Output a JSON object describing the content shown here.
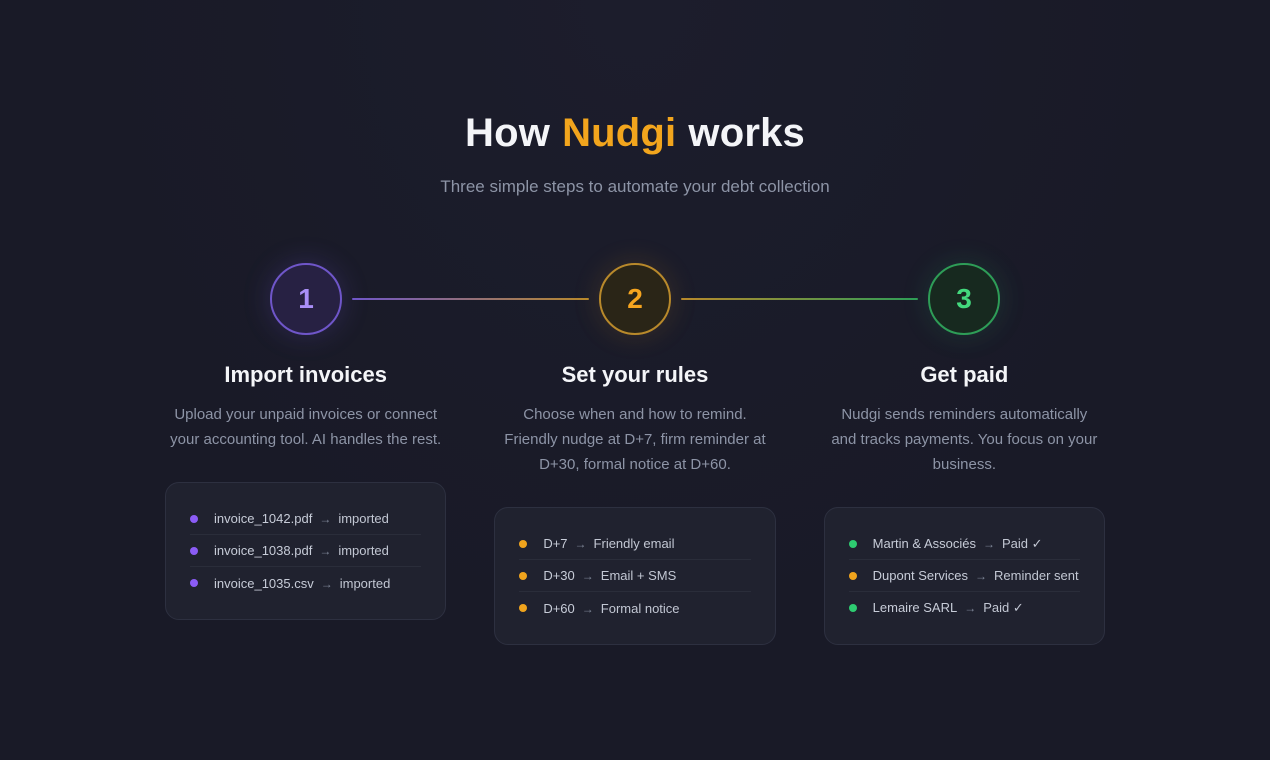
{
  "colors": {
    "page_bg": "#191a27",
    "brand": "#f2a51d",
    "card_bg": "#20222f",
    "step1_accent": "#8b5cf6",
    "step2_accent": "#f0a41d",
    "step3_accent": "#2ecc71"
  },
  "glyphs": {
    "arrow": "→"
  },
  "header": {
    "title_pre": "How",
    "title_brand": "Nudgi",
    "title_post": "works",
    "subtitle": "Three simple steps to automate your debt collection"
  },
  "steps": [
    {
      "number": "1",
      "border_color": "#6f56c9",
      "number_color": "#a98ff7",
      "title": "Import invoices",
      "description": "Upload your unpaid invoices or connect your accounting tool. AI handles the rest.",
      "items": [
        {
          "color": "#8b5cf6",
          "name": "invoice_1042.pdf",
          "status": "imported"
        },
        {
          "color": "#8b5cf6",
          "name": "invoice_1038.pdf",
          "status": "imported"
        },
        {
          "color": "#8b5cf6",
          "name": "invoice_1035.csv",
          "status": "imported"
        }
      ]
    },
    {
      "number": "2",
      "border_color": "#b8892b",
      "number_color": "#f6a51f",
      "title": "Set your rules",
      "description": "Choose when and how to remind. Friendly nudge at D+7, firm reminder at D+30, formal notice at D+60.",
      "items": [
        {
          "color": "#f0a41d",
          "name": "D+7",
          "status": "Friendly email"
        },
        {
          "color": "#f0a41d",
          "name": "D+30",
          "status": "Email + SMS"
        },
        {
          "color": "#f0a41d",
          "name": "D+60",
          "status": "Formal notice"
        }
      ]
    },
    {
      "number": "3",
      "border_color": "#2e9d57",
      "number_color": "#43d97d",
      "title": "Get paid",
      "description": "Nudgi sends reminders automatically and tracks payments. You focus on your business.",
      "items": [
        {
          "color": "#2ecc71",
          "name": "Martin & Associés",
          "status": "Paid ✓"
        },
        {
          "color": "#f0a41d",
          "name": "Dupont Services",
          "status": "Reminder sent"
        },
        {
          "color": "#2ecc71",
          "name": "Lemaire SARL",
          "status": "Paid ✓"
        }
      ]
    }
  ]
}
